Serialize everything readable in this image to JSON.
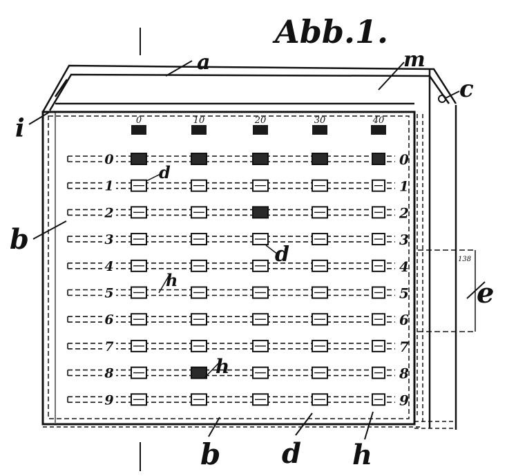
{
  "figure": {
    "title": "Abb.1."
  },
  "columns": [
    "0",
    "10",
    "20",
    "30",
    "40"
  ],
  "rows": [
    "0",
    "1",
    "2",
    "3",
    "4",
    "5",
    "6",
    "7",
    "8",
    "9"
  ],
  "rows_right": [
    "0",
    "1",
    "2",
    "3",
    "4",
    "5",
    "6",
    "7",
    "8",
    "9"
  ],
  "labels": {
    "a": "a",
    "m": "m",
    "c": "c",
    "i": "i",
    "b_left": "b",
    "d1": "d",
    "d2": "d",
    "h1": "h",
    "h2": "h",
    "e": "e",
    "b_bottom": "b",
    "d_bottom": "d",
    "h_bottom": "h",
    "side_note": "138"
  }
}
